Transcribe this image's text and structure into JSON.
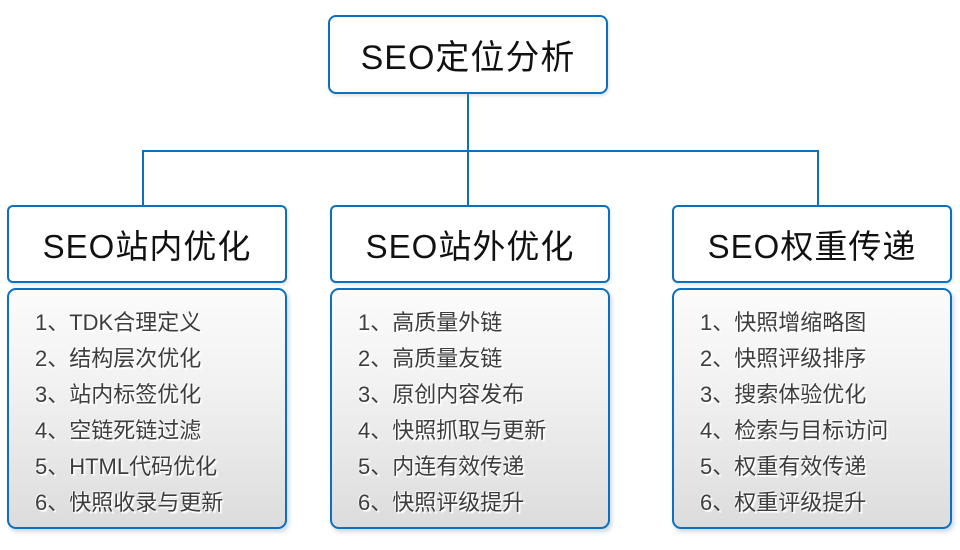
{
  "diagram": {
    "title": "SEO定位分析",
    "root": {
      "label": "SEO定位分析"
    },
    "columns": [
      {
        "header": "SEO站内优化",
        "items": [
          "1、TDK合理定义",
          "2、结构层次优化",
          "3、站内标签优化",
          "4、空链死链过滤",
          "5、HTML代码优化",
          "6、快照收录与更新"
        ]
      },
      {
        "header": "SEO站外优化",
        "items": [
          "1、高质量外链",
          "2、高质量友链",
          "3、原创内容发布",
          "4、快照抓取与更新",
          "5、内连有效传递",
          "6、快照评级提升"
        ]
      },
      {
        "header": "SEO权重传递",
        "items": [
          "1、快照增缩略图",
          "2、快照评级排序",
          "3、搜索体验优化",
          "4、检索与目标访问",
          "5、权重有效传递",
          "6、权重评级提升"
        ]
      }
    ],
    "colors": {
      "line_blue": "#0b70bd",
      "box_border": "#0b70bd",
      "header_text": "#111111",
      "item_text": "#3d3d3d",
      "list_gradient_top": "#fbfbfb",
      "list_gradient_bottom": "#dcdcdc",
      "background": "#ffffff"
    }
  }
}
